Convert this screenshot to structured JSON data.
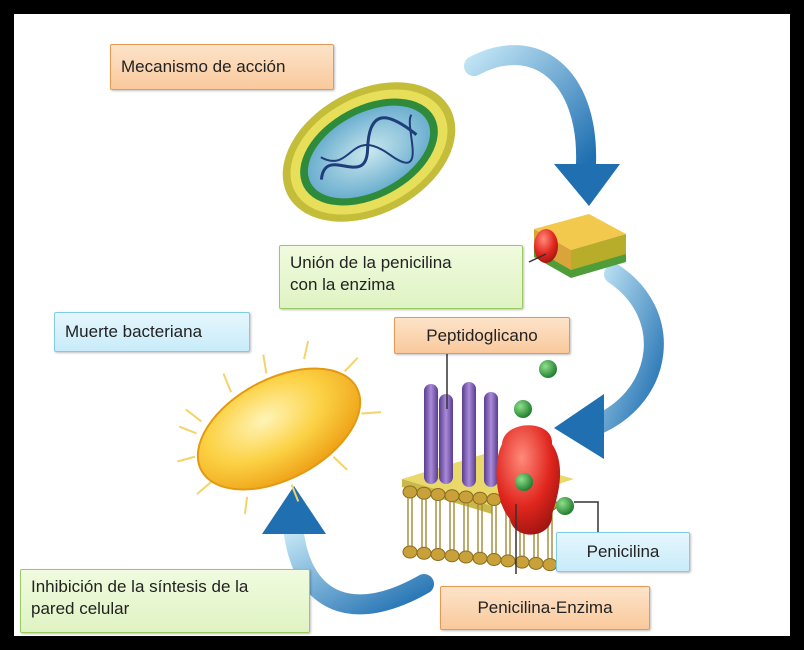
{
  "labels": {
    "mechanism": "Mecanismo de acción",
    "binding_line1": "Unión de la penicilina",
    "binding_line2": "con la enzima",
    "death": "Muerte bacteriana",
    "peptidoglycan": "Peptidoglicano",
    "penicillin": "Penicilina",
    "inhibition_line1": "Inhibición de la síntesis de la",
    "inhibition_line2": "pared celular",
    "complex": "Penicilina-Enzima"
  },
  "colors": {
    "arrow": "#2f7fbf",
    "label_orange": "#f9c99c",
    "label_green": "#dff3c3",
    "label_blue": "#c8ecfa",
    "enzyme": "#e0261e",
    "penicillin": "#2e9e3a",
    "bacterium_dead": "#f7b51d",
    "peptidoglycan": "#6a4aa0"
  }
}
